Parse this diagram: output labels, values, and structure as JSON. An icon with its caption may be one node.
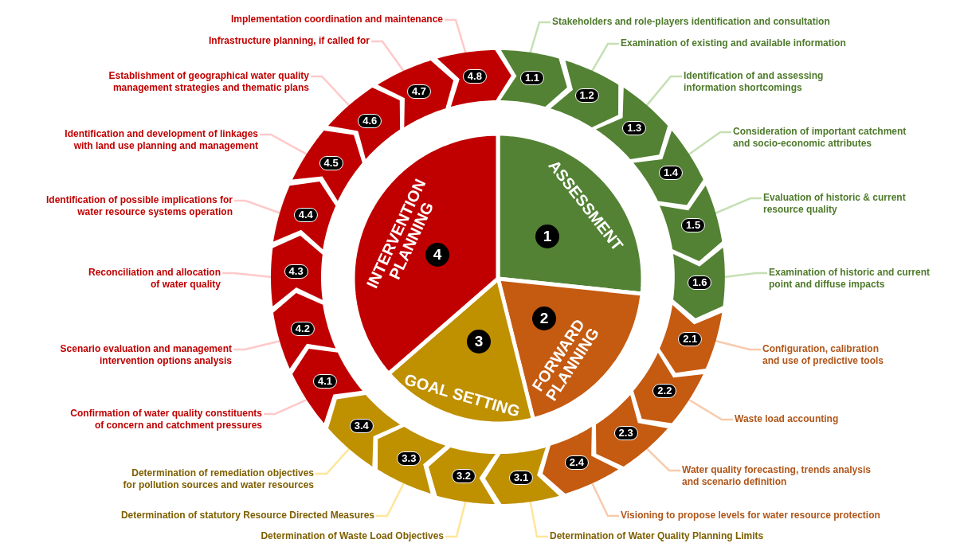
{
  "diagram": {
    "nodes": [
      {
        "text": [
          "ASSESSMENT",
          "1"
        ]
      },
      {
        "text": [
          "FORWARD PLANNING",
          "2"
        ]
      },
      {
        "text": [
          "GOAL SETTING",
          "3"
        ]
      },
      {
        "text": [
          "INTERVENTION PLANNING",
          "4"
        ]
      },
      {
        "text": [
          "1.1"
        ]
      },
      {
        "text": [
          "1.2"
        ]
      },
      {
        "text": [
          "1.3"
        ]
      },
      {
        "text": [
          "1.4"
        ]
      },
      {
        "text": [
          "1.5"
        ]
      },
      {
        "text": [
          "1.6"
        ]
      },
      {
        "text": [
          "2.1"
        ]
      },
      {
        "text": [
          "2.2"
        ]
      },
      {
        "text": [
          "2.3"
        ]
      },
      {
        "text": [
          "2.4"
        ]
      },
      {
        "text": [
          "3.1"
        ]
      },
      {
        "text": [
          "3.2"
        ]
      },
      {
        "text": [
          "3.3"
        ]
      },
      {
        "text": [
          "3.4"
        ]
      },
      {
        "text": [
          "4.1"
        ]
      },
      {
        "text": [
          "4.2"
        ]
      },
      {
        "text": [
          "4.3"
        ]
      },
      {
        "text": [
          "4.4"
        ]
      },
      {
        "text": [
          "4.5"
        ]
      },
      {
        "text": [
          "4.6"
        ]
      },
      {
        "text": [
          "4.7"
        ]
      },
      {
        "text": [
          "4.8"
        ]
      },
      {
        "text": [
          "Stakeholders and role-players identification and consultation"
        ]
      },
      {
        "text": [
          "Examination of existing and available information"
        ]
      },
      {
        "text": [
          "Identification of and assessing information shortcomings"
        ]
      },
      {
        "text": [
          "Consideration of important catchment and socio-economic attributes"
        ]
      },
      {
        "text": [
          "Evaluation of historic & current resource quality"
        ]
      },
      {
        "text": [
          "Examination of historic and current point and diffuse impacts"
        ]
      },
      {
        "text": [
          "Configuration, calibration and use of predictive tools"
        ]
      },
      {
        "text": [
          "Waste load accounting"
        ]
      },
      {
        "text": [
          "Water quality forecasting, trends analysis and scenario definition"
        ]
      },
      {
        "text": [
          "Visioning to propose levels for water resource protection"
        ]
      },
      {
        "text": [
          "Determination of Water Quality Planning Limits"
        ]
      },
      {
        "text": [
          "Determination of Waste Load Objectives"
        ]
      },
      {
        "text": [
          "Determination of statutory Resource Directed Measures"
        ]
      },
      {
        "text": [
          "Determination of remediation objectives for pollution sources and water resources"
        ]
      },
      {
        "text": [
          "Confirmation of water quality constituents of concern and catchment pressures"
        ]
      },
      {
        "text": [
          "Scenario evaluation and management intervention options analysis"
        ]
      },
      {
        "text": [
          "Reconciliation and allocation of water quality"
        ]
      },
      {
        "text": [
          "Identification of possible implications for water resource systems operation"
        ]
      },
      {
        "text": [
          "Identification and development of linkages with land use planning and management"
        ]
      },
      {
        "text": [
          "Establishment of geographical water quality management strategies and thematic plans"
        ]
      },
      {
        "text": [
          "Infrastructure planning, if called for"
        ]
      },
      {
        "text": [
          "Implementation coordination and maintenance"
        ]
      }
    ],
    "edges": [
      {
        "from": 26,
        "to": 4,
        "arrow": "none",
        "color": "#c5e0b4"
      },
      {
        "from": 27,
        "to": 5,
        "arrow": "none",
        "color": "#c5e0b4"
      },
      {
        "from": 28,
        "to": 6,
        "arrow": "none",
        "color": "#c5e0b4"
      },
      {
        "from": 29,
        "to": 7,
        "arrow": "none",
        "color": "#c5e0b4"
      },
      {
        "from": 30,
        "to": 8,
        "arrow": "none",
        "color": "#c5e0b4"
      },
      {
        "from": 31,
        "to": 9,
        "arrow": "none",
        "color": "#c5e0b4"
      },
      {
        "from": 32,
        "to": 10,
        "arrow": "none",
        "color": "#f8cbad"
      },
      {
        "from": 33,
        "to": 11,
        "arrow": "none",
        "color": "#f8cbad"
      },
      {
        "from": 34,
        "to": 12,
        "arrow": "none",
        "color": "#f8cbad"
      },
      {
        "from": 35,
        "to": 13,
        "arrow": "none",
        "color": "#f8cbad"
      },
      {
        "from": 36,
        "to": 14,
        "arrow": "none",
        "color": "#ffe699"
      },
      {
        "from": 37,
        "to": 15,
        "arrow": "none",
        "color": "#ffe699"
      },
      {
        "from": 38,
        "to": 16,
        "arrow": "none",
        "color": "#ffe699"
      },
      {
        "from": 39,
        "to": 17,
        "arrow": "none",
        "color": "#ffe699"
      },
      {
        "from": 40,
        "to": 18,
        "arrow": "none",
        "color": "#ffc9c9"
      },
      {
        "from": 41,
        "to": 19,
        "arrow": "none",
        "color": "#ffc9c9"
      },
      {
        "from": 42,
        "to": 20,
        "arrow": "none",
        "color": "#ffc9c9"
      },
      {
        "from": 43,
        "to": 21,
        "arrow": "none",
        "color": "#ffc9c9"
      },
      {
        "from": 44,
        "to": 22,
        "arrow": "none",
        "color": "#ffc9c9"
      },
      {
        "from": 45,
        "to": 23,
        "arrow": "none",
        "color": "#ffc9c9"
      },
      {
        "from": 46,
        "to": 24,
        "arrow": "none",
        "color": "#ffc9c9"
      },
      {
        "from": 47,
        "to": 25,
        "arrow": "none",
        "color": "#ffc9c9"
      }
    ]
  }
}
